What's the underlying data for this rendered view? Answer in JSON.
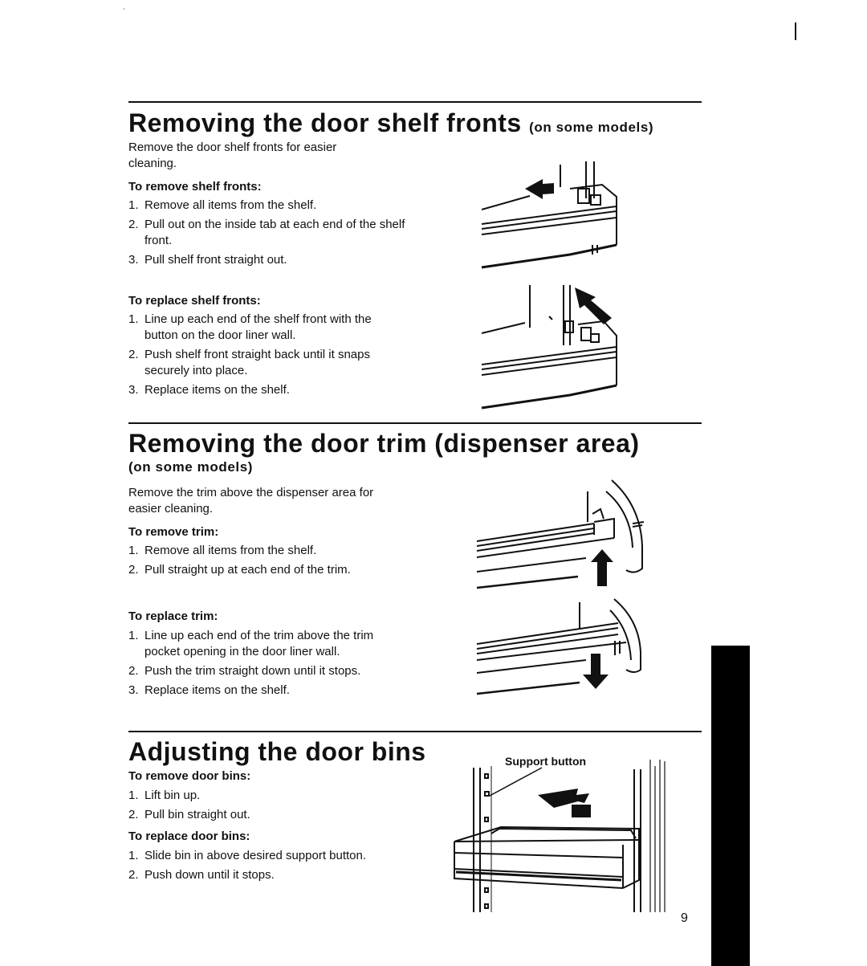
{
  "page_number": "9",
  "section1": {
    "title": "Removing the door shelf fronts",
    "title_suffix": "(on some models)",
    "intro": "Remove the door shelf fronts for easier cleaning.",
    "remove_label": "To remove shelf fronts:",
    "remove_steps": [
      {
        "n": "1.",
        "text": "Remove all items from the shelf."
      },
      {
        "n": "2.",
        "text": "Pull out on the inside tab at each end of the shelf front."
      },
      {
        "n": "3.",
        "text": "Pull shelf front straight out."
      }
    ],
    "replace_label": "To replace shelf fronts:",
    "replace_steps": [
      {
        "n": "1.",
        "text": "Line up each end of the shelf front with the button on the door liner wall."
      },
      {
        "n": "2.",
        "text": "Push shelf front straight back until it snaps securely into place."
      },
      {
        "n": "3.",
        "text": "Replace items on the shelf."
      }
    ]
  },
  "section2": {
    "title": "Removing the door trim (dispenser area)",
    "subtitle": "(on some models)",
    "intro": "Remove the trim above the dispenser area for easier cleaning.",
    "remove_label": "To remove trim:",
    "remove_steps": [
      {
        "n": "1.",
        "text": "Remove all items from the shelf."
      },
      {
        "n": "2.",
        "text": "Pull straight up at each end of the trim."
      }
    ],
    "replace_label": "To replace trim:",
    "replace_steps": [
      {
        "n": "1.",
        "text": "Line up each end of the trim above the trim pocket opening in the door liner wall."
      },
      {
        "n": "2.",
        "text": "Push the trim straight down until it stops."
      },
      {
        "n": "3.",
        "text": "Replace items on the shelf."
      }
    ]
  },
  "section3": {
    "title": "Adjusting the door bins",
    "remove_label": "To remove door bins:",
    "remove_steps": [
      {
        "n": "1.",
        "text": "Lift bin up."
      },
      {
        "n": "2.",
        "text": "Pull bin straight out."
      }
    ],
    "replace_label": "To replace door bins:",
    "replace_steps": [
      {
        "n": "1.",
        "text": "Slide bin in above desired support button."
      },
      {
        "n": "2.",
        "text": "Push down until it stops."
      }
    ],
    "callout": "Support button"
  }
}
